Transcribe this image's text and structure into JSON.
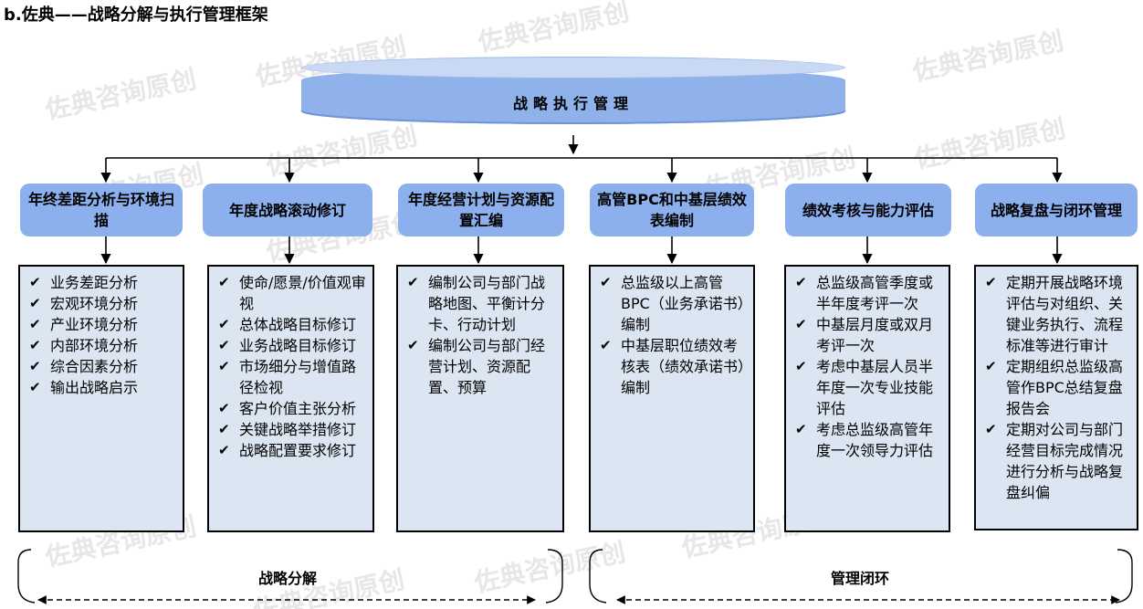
{
  "title": "b.佐典——战略分解与执行管理框架",
  "watermark_text": "佐典咨询原创",
  "top": {
    "label": "战略执行管理"
  },
  "stages": [
    {
      "header": "年终差距分析与环境扫描",
      "items": [
        "业务差距分析",
        "宏观环境分析",
        "产业环境分析",
        "内部环境分析",
        "综合因素分析",
        "输出战略启示"
      ]
    },
    {
      "header": "年度战略滚动修订",
      "items": [
        "使命/愿景/价值观审视",
        "总体战略目标修订",
        "业务战略目标修订",
        "市场细分与增值路径检视",
        "客户价值主张分析",
        "关键战略举措修订",
        "战略配置要求修订"
      ]
    },
    {
      "header": "年度经营计划与资源配置汇编",
      "items": [
        "编制公司与部门战略地图、平衡计分卡、行动计划",
        "编制公司与部门经营计划、资源配置、预算"
      ]
    },
    {
      "header": "高管BPC和中基层绩效表编制",
      "items": [
        "总监级以上高管BPC（业务承诺书）编制",
        "中基层职位绩效考核表（绩效承诺书）编制"
      ]
    },
    {
      "header": "绩效考核与能力评估",
      "items": [
        "总监级高管季度或半年度考评一次",
        "中基层月度或双月考评一次",
        "考虑中基层人员半年度一次专业技能评估",
        "考虑总监级高管年度一次领导力评估"
      ]
    },
    {
      "header": "战略复盘与闭环管理",
      "items": [
        "定期开展战略环境评估与对组织、关键业务执行、流程标准等进行审计",
        "定期组织总监级高管作BPC总结复盘报告会",
        "定期对公司与部门经营目标完成情况进行分析与战略复盘纠偏"
      ]
    }
  ],
  "phases": [
    {
      "label": "战略分解"
    },
    {
      "label": "管理闭环"
    }
  ]
}
